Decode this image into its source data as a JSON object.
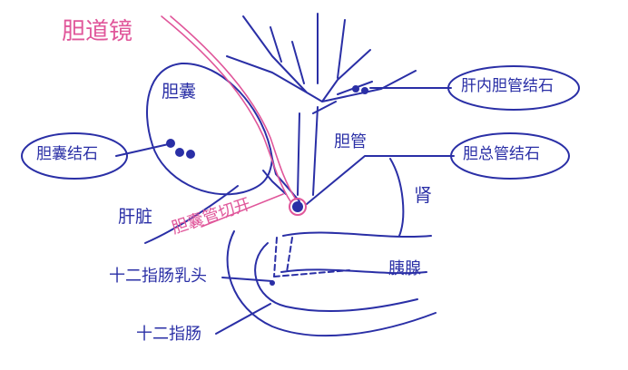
{
  "labels": {
    "endoscope": "胆道镜",
    "gallbladder": "胆囊",
    "gallbladder_stone": "胆囊结石",
    "intrahepatic_stone": "肝内胆管结石",
    "bile_duct": "胆管",
    "cbd_stone": "胆总管结石",
    "kidney": "肾",
    "liver": "肝脏",
    "cystic_duct_incision": "胆囊管切开",
    "papilla": "十二指肠乳头",
    "pancreas": "胰腺",
    "duodenum": "十二指肠"
  },
  "colors": {
    "ink": "#2a2fa6",
    "pink": "#e0569a"
  }
}
